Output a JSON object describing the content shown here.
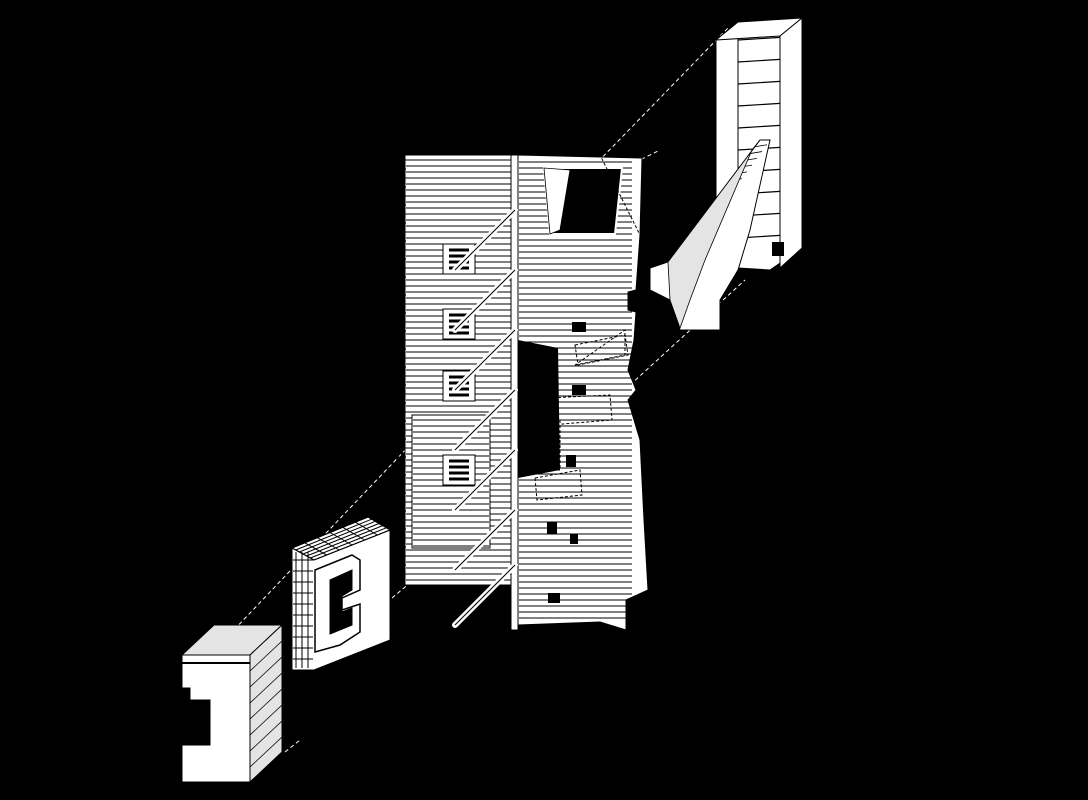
{
  "colors": {
    "background": "#000000",
    "fill": "#ffffff",
    "line": "#000000",
    "fill_shade": "#e4e4e4",
    "guide": "#ffffff"
  },
  "diagram": {
    "type": "exploded-axonometric",
    "text_labels": [],
    "components": [
      {
        "id": "stair-tower-frame"
      },
      {
        "id": "stair-run"
      },
      {
        "id": "main-facade-block"
      },
      {
        "id": "balcony-rods"
      },
      {
        "id": "grid-c-frame"
      },
      {
        "id": "base-block"
      }
    ]
  }
}
